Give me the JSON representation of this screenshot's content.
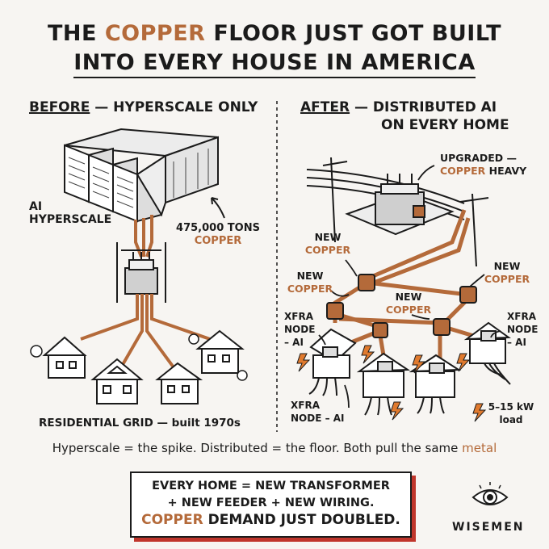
{
  "title": {
    "line1_a": "THE ",
    "line1_copper": "COPPER",
    "line1_b": " FLOOR JUST GOT BUILT",
    "line2": "INTO EVERY HOUSE IN AMERICA"
  },
  "before": {
    "header_u": "BEFORE",
    "header_rest": " — HYPERSCALE ONLY",
    "ai_label": "AI\nHYPERSCALE",
    "tons": "475,000 TONS",
    "tons_copper": "COPPER",
    "grid_label": "RESIDENTIAL GRID — built 1970s"
  },
  "after": {
    "header_u": "AFTER",
    "header_rest": " — DISTRIBUTED AI",
    "header_line2": "ON EVERY HOME",
    "upgraded": "UPGRADED —",
    "upgraded_copper": "COPPER",
    "upgraded_heavy": " HEAVY",
    "new1": "NEW",
    "copper1": "COPPER",
    "new2": "NEW",
    "copper2": "COPPER",
    "new3": "NEW",
    "copper3": "COPPER",
    "new4": "NEW",
    "copper4": "COPPER",
    "xfra_left": "XFRA\nNODE\n– AI",
    "xfra_right": "XFRA\nNODE\n– AI",
    "xfra_bottom": "XFRA\nNODE – AI",
    "load": "5–15 kW\nload"
  },
  "caption": {
    "text": "Hyperscale = the spike. Distributed = the floor. Both pull the same ",
    "metal": "metal"
  },
  "callout": {
    "line1": "EVERY HOME = NEW TRANSFORMER",
    "line2": "+ NEW FEEDER + NEW WIRING.",
    "line3_copper": "COPPER",
    "line3_rest": " DEMAND JUST DOUBLED."
  },
  "brand": "WISEMEN",
  "colors": {
    "copper": "#b46a3a",
    "ink": "#1b1b1b",
    "red": "#c0362c",
    "bolt": "#e07a2e"
  }
}
